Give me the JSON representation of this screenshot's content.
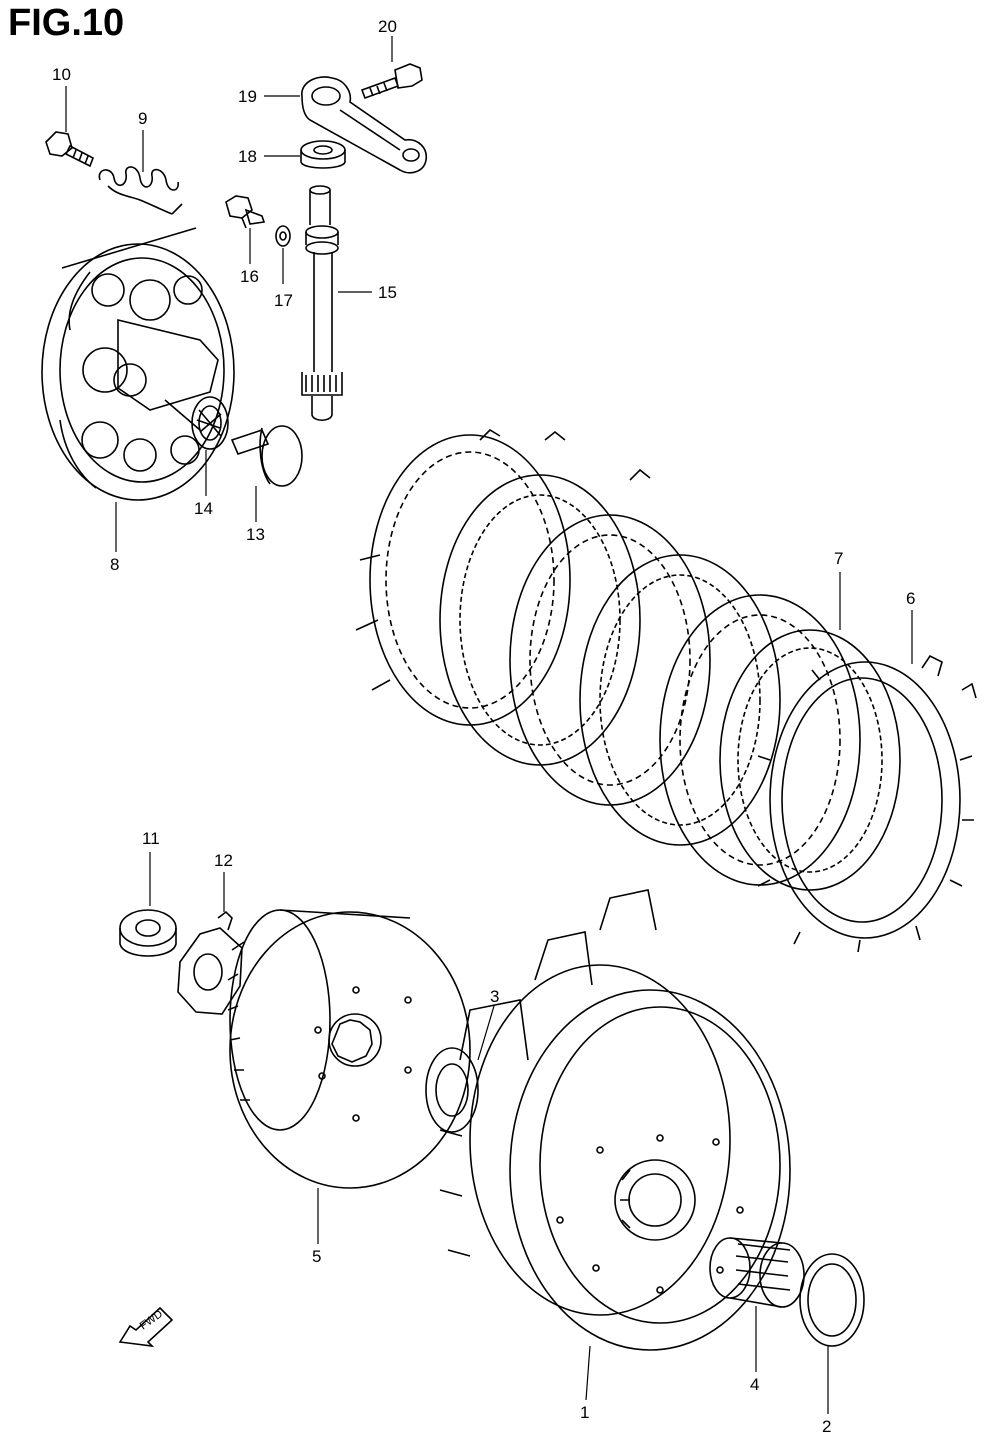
{
  "figure": {
    "title": "FIG.10"
  },
  "callouts": {
    "c1": "1",
    "c2": "2",
    "c3": "3",
    "c4": "4",
    "c5": "5",
    "c6": "6",
    "c7": "7",
    "c8": "8",
    "c9": "9",
    "c10": "10",
    "c11": "11",
    "c12": "12",
    "c13": "13",
    "c14": "14",
    "c15": "15",
    "c16": "16",
    "c17": "17",
    "c18": "18",
    "c19": "19",
    "c20": "20"
  },
  "direction_arrow": {
    "label": "FWD"
  },
  "colors": {
    "ink": "#000000",
    "paper": "#ffffff"
  }
}
